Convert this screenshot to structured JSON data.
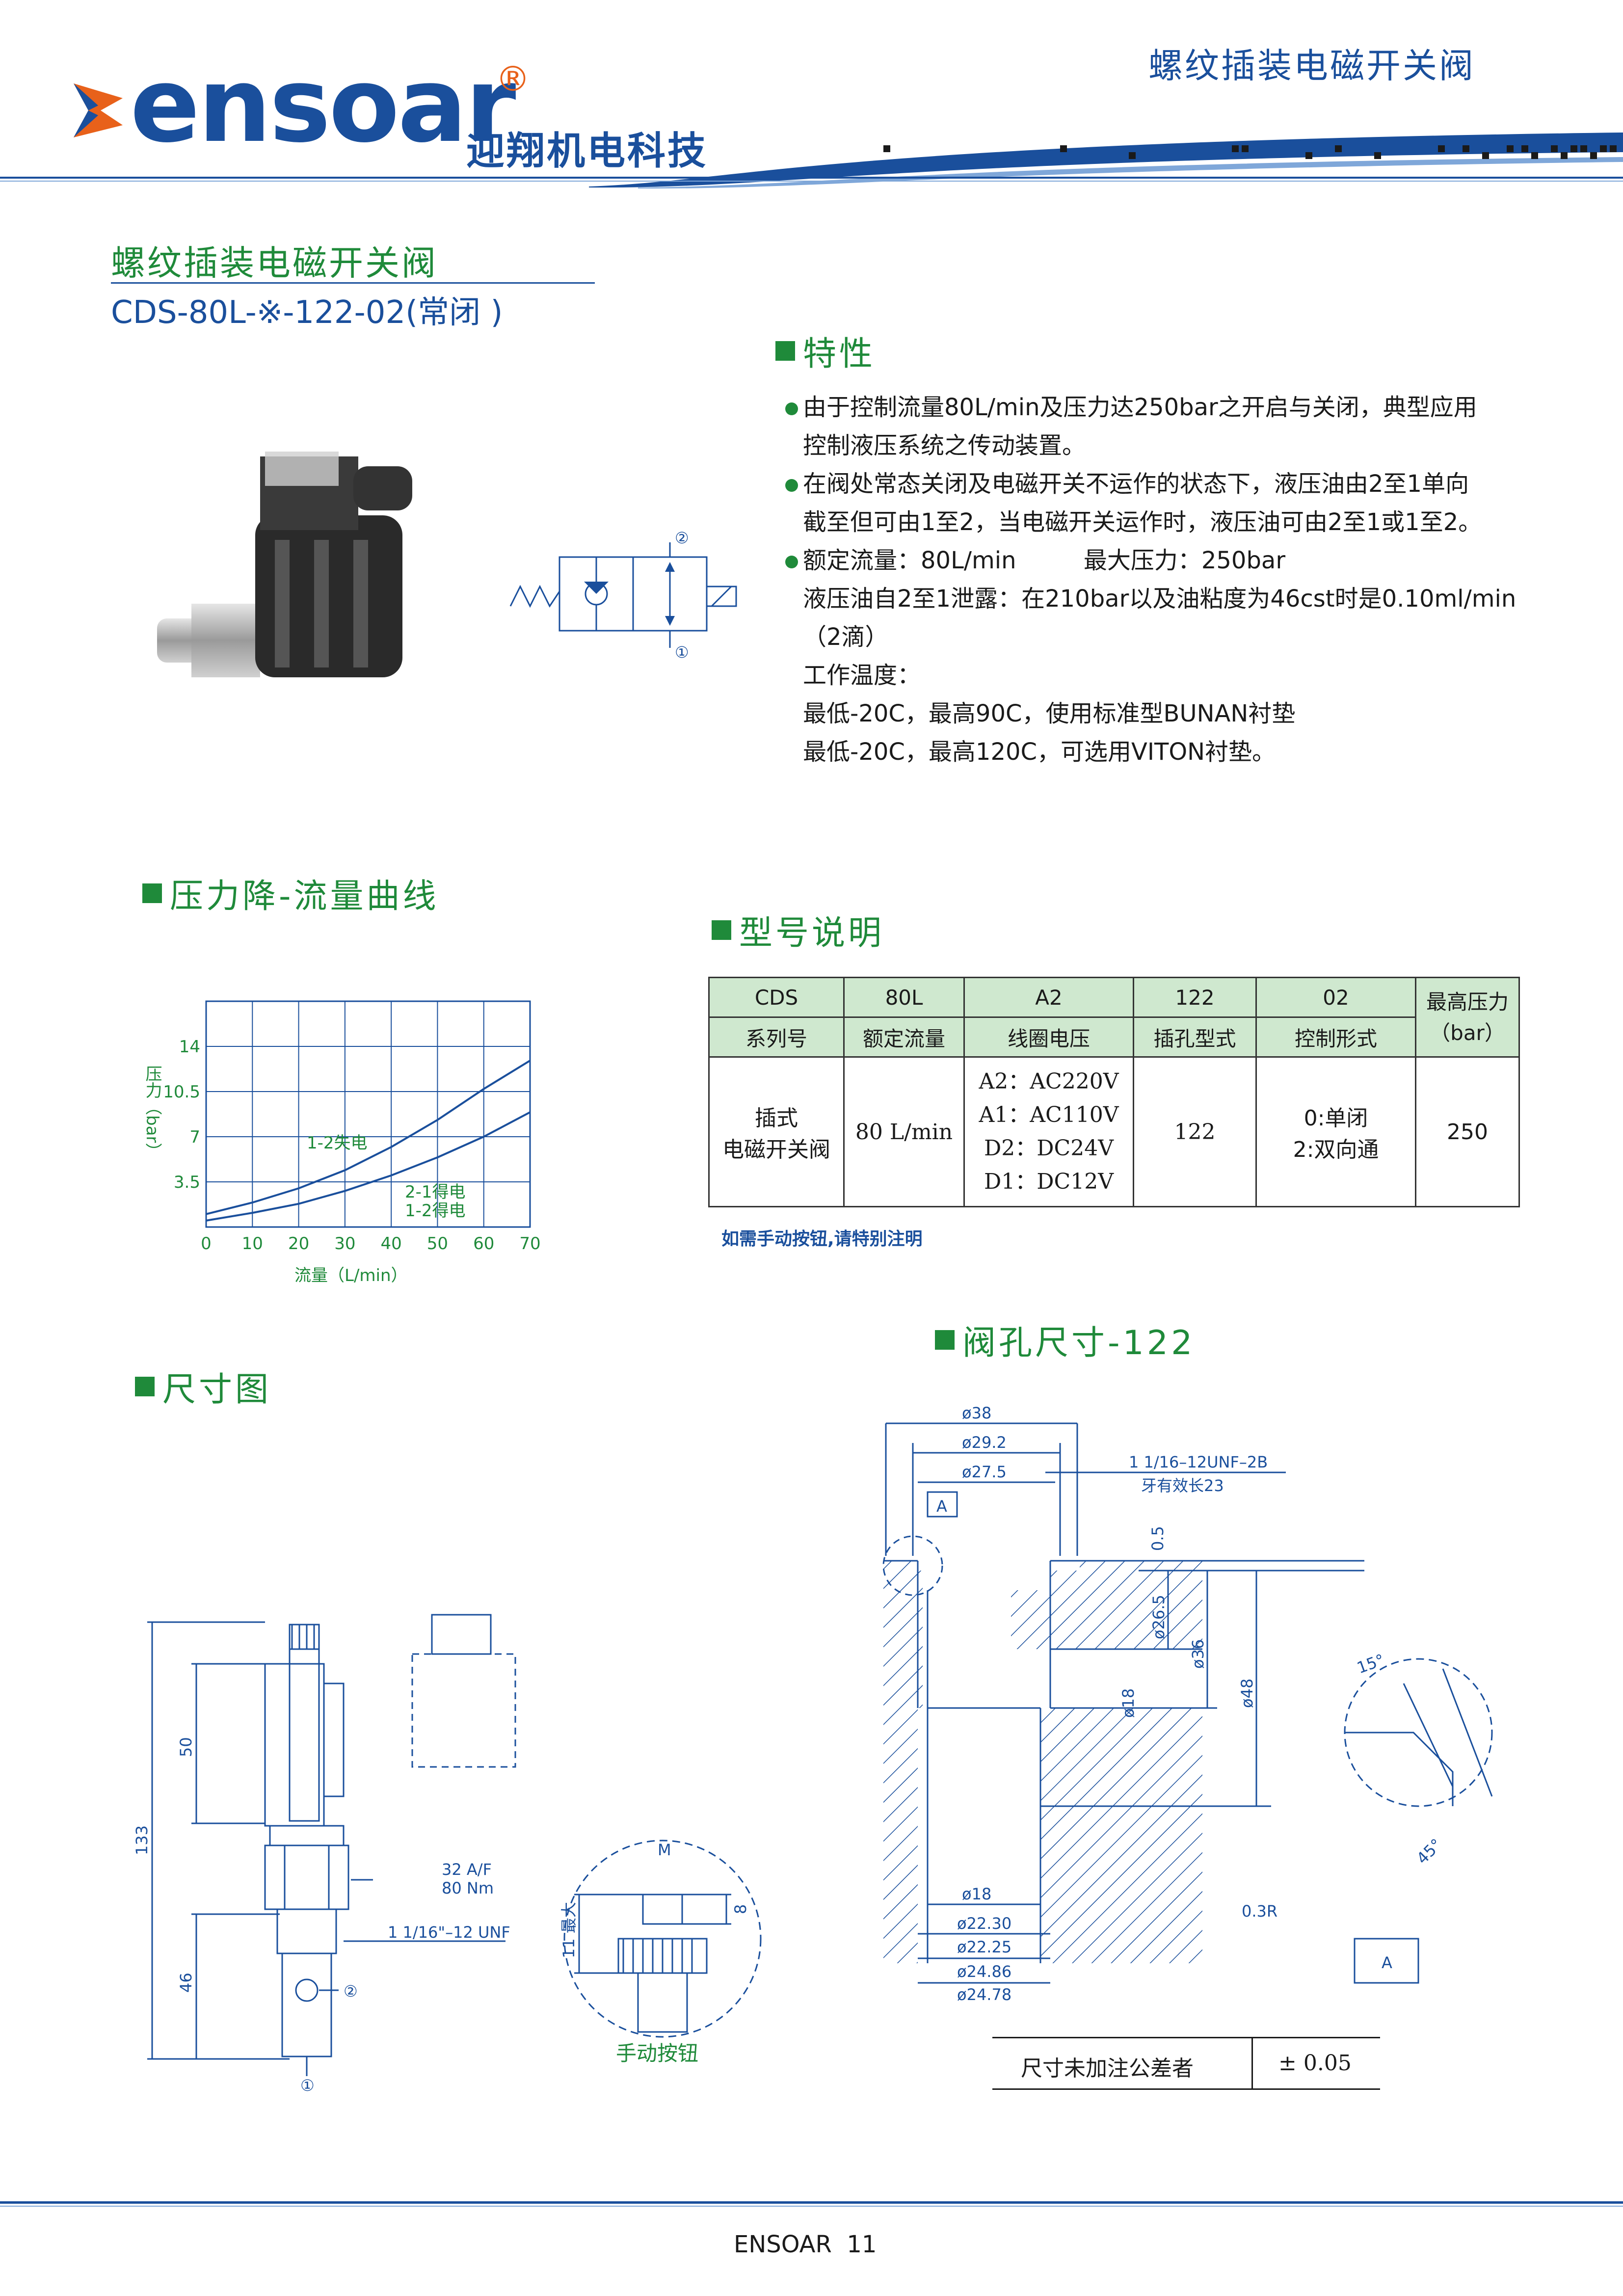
{
  "header": {
    "logo_text": "ensoar",
    "registered": "®",
    "company_cn": "迎翔机电科技",
    "category_title": "螺纹插装电磁开关阀"
  },
  "product": {
    "name_cn": "螺纹插装电磁开关阀",
    "model": "CDS-80L-※-122-02(常闭 )"
  },
  "features": {
    "title": "特性",
    "lines": [
      "由于控制流量80L/min及压力达250bar之开启与关闭，典型应用",
      "控制液压系统之传动装置。",
      "在阀处常态关闭及电磁开关不运作的状态下，液压油由2至1单向",
      "截至但可由1至2，当电磁开关运作时，液压油可由2至1或1至2。",
      "额定流量：80L/min         最大压力：250bar",
      "液压油自2至1泄露：在210bar以及油粘度为46cst时是0.10ml/min",
      "（2滴）",
      "工作温度：",
      "最低-20C，最高90C，使用标准型BUNAN衬垫",
      "最低-20C，最高120C，可选用VITON衬垫。"
    ]
  },
  "symbol": {
    "port2": "②",
    "port1": "①"
  },
  "pressure_flow": {
    "title": "压力降-流量曲线",
    "ylabel": "压力（bar）",
    "xlabel": "流量（L/min）",
    "curve_label_1": "1-2失电",
    "curve_label_2a": "2-1得电",
    "curve_label_2b": "1-2得电"
  },
  "chart_data": {
    "type": "line",
    "xlabel": "流量（L/min）",
    "ylabel": "压力（bar）",
    "xlim": [
      0,
      70
    ],
    "ylim": [
      0,
      17.5
    ],
    "x_ticks": [
      "0",
      "10",
      "20",
      "30",
      "40",
      "50",
      "60",
      "70"
    ],
    "y_ticks": [
      "3.5",
      "7",
      "10.5",
      "14"
    ],
    "grid": true,
    "series": [
      {
        "name": "1-2失电",
        "x": [
          0,
          10,
          20,
          30,
          40,
          50,
          60,
          70
        ],
        "y": [
          1.0,
          1.9,
          3.0,
          4.4,
          6.2,
          8.3,
          10.7,
          12.9
        ]
      },
      {
        "name": "2-1得电 1-2得电",
        "x": [
          0,
          10,
          20,
          30,
          40,
          50,
          60,
          70
        ],
        "y": [
          0.5,
          1.1,
          1.8,
          2.8,
          4.0,
          5.4,
          7.0,
          8.9
        ]
      }
    ]
  },
  "model_desc": {
    "title": "型号说明",
    "codes": [
      "CDS",
      "80L",
      "A2",
      "122",
      "02"
    ],
    "code_names": [
      "系列号",
      "额定流量",
      "线圈电压",
      "插孔型式",
      "控制形式"
    ],
    "max_pressure_label": "最高压力\n（bar）",
    "values": {
      "series": "插式\n电磁开关阀",
      "flow": "80 L/min",
      "voltage": "A2：AC220V\nA1：AC110V\nD2：DC24V\nD1：DC12V",
      "cavity": "122",
      "control": "0:单闭\n2:双向通",
      "pressure": "250"
    },
    "note": "如需手动按钮,请特别注明"
  },
  "dimensions": {
    "title": "尺寸图",
    "d133": "133",
    "d50": "50",
    "d46": "46",
    "torque_1": "32 A/F",
    "torque_2": "80 Nm",
    "thread": "1 1/16\"–12 UNF",
    "port2": "②",
    "port1": "①",
    "manual_label": "手动按钮",
    "m_label": "M",
    "max11": "11 最大",
    "d8": "8"
  },
  "cavity": {
    "title": "阀孔尺寸-122",
    "d38": "ø38",
    "d29_2": "ø29.2",
    "d27_5": "ø27.5",
    "thread": "1 1/16–12UNF–2B",
    "thread_len": "牙有效长23",
    "a_label": "A",
    "d0_5": "0.5",
    "d26_5": "ø26.5",
    "d36": "ø36",
    "d48": "ø48",
    "d18v": "ø18",
    "d18": "ø18",
    "d22_30": "ø22.30",
    "d22_25": "ø22.25",
    "d24_86": "ø24.86",
    "d24_78": "ø24.78",
    "ang15": "15°",
    "ang45": "45°",
    "r03": "0.3R",
    "detail_a": "A",
    "tol_label": "尺寸未加注公差者",
    "tol_value": "± 0.05"
  },
  "footer": {
    "brand": "ENSOAR",
    "page": "11"
  }
}
